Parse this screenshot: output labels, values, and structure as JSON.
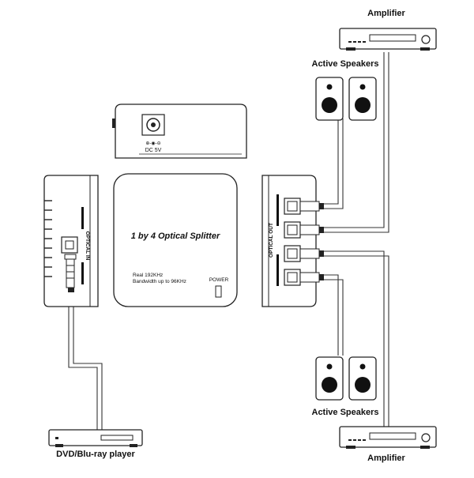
{
  "splitter": {
    "title": "1 by 4 Optical Splitter",
    "spec_line1": "Real 192KHz",
    "spec_line2": "Bandwidth up to 96KHz",
    "power_label": "POWER"
  },
  "back_panel": {
    "dc_label": "DC 5V"
  },
  "input_side": {
    "port_label": "OPTICAL IN"
  },
  "output_side": {
    "port_label": "OPTICAL OUT"
  },
  "labels": {
    "amplifier_top": "Amplifier",
    "speakers_top": "Active Speakers",
    "speakers_bottom": "Active Speakers",
    "amplifier_bottom": "Amplifier",
    "source": "DVD/Blu-ray player"
  }
}
